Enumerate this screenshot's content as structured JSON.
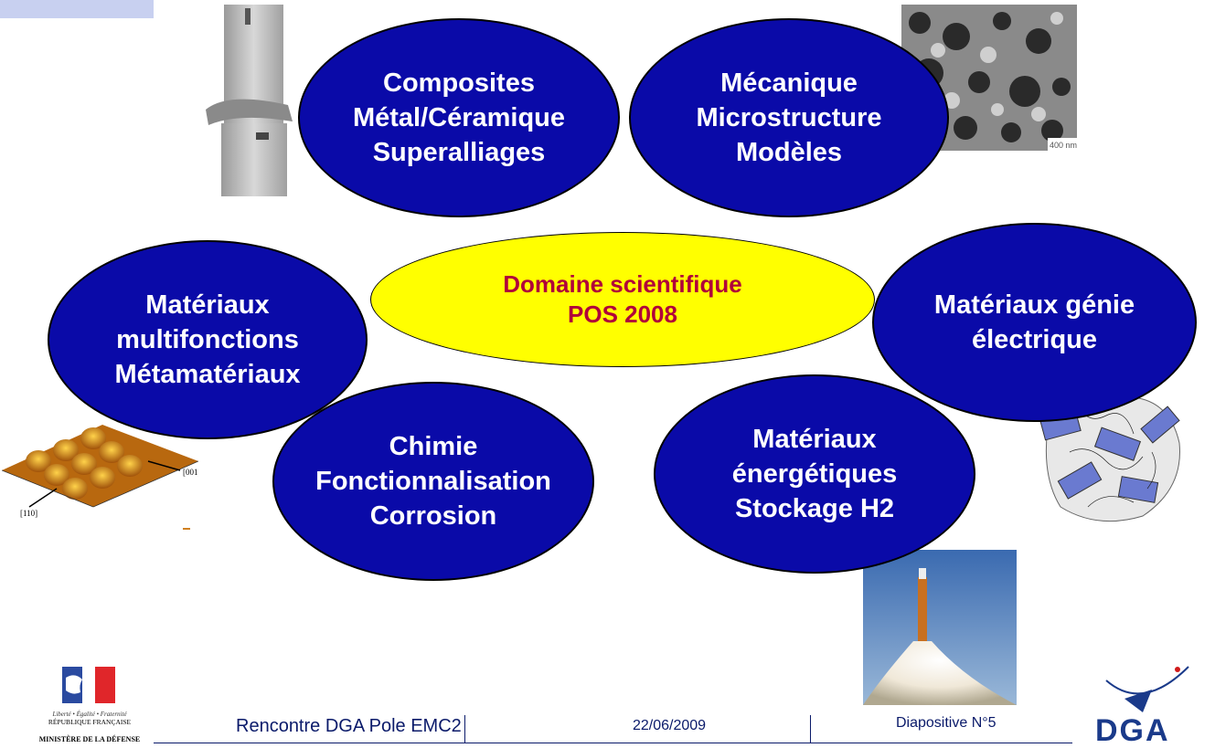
{
  "ellipses": {
    "composites": [
      "Composites",
      "Métal/Céramique",
      "Superalliages"
    ],
    "mecanique": [
      "Mécanique",
      "Microstructure",
      "Modèles"
    ],
    "center": [
      "Domaine  scientifique",
      "POS 2008"
    ],
    "multifonctions": [
      "Matériaux",
      "multifonctions",
      "Métamatériaux"
    ],
    "genie": [
      "Matériaux  génie",
      "électrique"
    ],
    "chimie": [
      "Chimie",
      "Fonctionnalisation",
      "Corrosion"
    ],
    "energetiques": [
      "Matériaux",
      "énergétiques",
      "Stockage H2"
    ]
  },
  "images": {
    "micro_scale": "400 nm",
    "afm_labels": [
      "[001]",
      "[110]"
    ]
  },
  "footer": {
    "event": "Rencontre DGA  Pole EMC2",
    "date": "22/06/2009",
    "slide": "Diapositive N°5",
    "ministry": "MINISTÈRE DE LA DÉFENSE",
    "republic": "RÉPUBLIQUE FRANÇAISE",
    "motto": "Liberté • Égalité • Fraternité",
    "dga": "DGA"
  },
  "colors": {
    "ellipse_fill": "#0a0aa8",
    "center_fill": "#ffff00",
    "center_text": "#b0003a",
    "footer_text": "#0a1a6a"
  }
}
